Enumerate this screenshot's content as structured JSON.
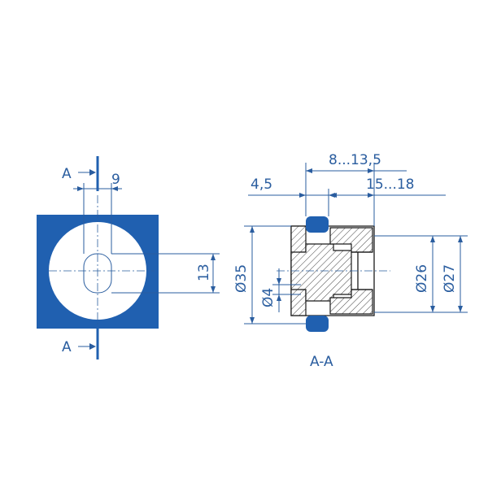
{
  "colors": {
    "primary": "#2060b0",
    "dimension": "#2a5d9f",
    "outline": "#1a1a1a"
  },
  "front_view": {
    "section_marker_top": "A",
    "section_marker_bottom": "A",
    "dim_slot_width": "9",
    "dim_slot_height": "13"
  },
  "section_view": {
    "dim_length_range": "8...13,5",
    "dim_offset": "4,5",
    "dim_depth_range": "15...18",
    "dim_outer_dia": "Ø35",
    "dim_pin_dia": "Ø4",
    "dim_inner_dia_26": "Ø26",
    "dim_inner_dia_27": "Ø27",
    "label": "A-A"
  }
}
